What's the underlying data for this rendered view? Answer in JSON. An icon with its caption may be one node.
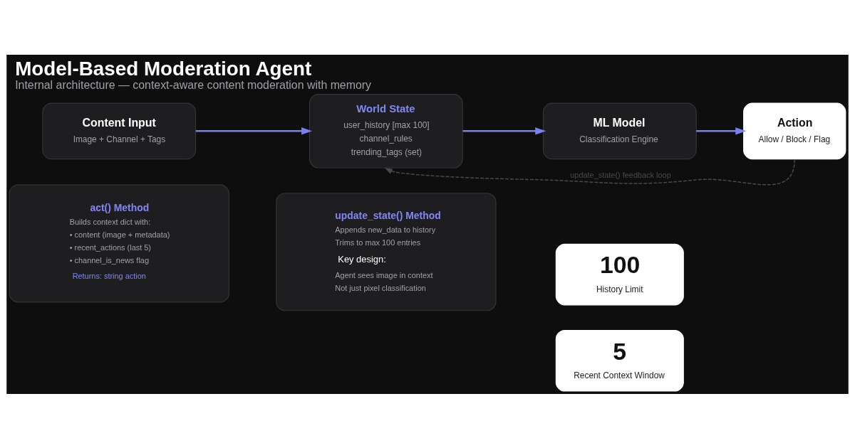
{
  "diagram": {
    "title": "Model-Based Moderation Agent",
    "caption": "Internal architecture — context-aware content moderation with memory",
    "nodes": [
      {
        "text": [
          "Content Input",
          "Image + Channel + Tags"
        ]
      },
      {
        "text": [
          "World State",
          "user_history [max 100]",
          "channel_rules",
          "trending_tags (set)"
        ]
      },
      {
        "text": [
          "ML Model",
          "Classification Engine"
        ]
      },
      {
        "text": [
          "Action",
          "Allow / Block / Flag"
        ]
      },
      {
        "text": [
          "act() Method",
          "Builds context dict with:",
          "• content (image + metadata)",
          "• recent_actions (last 5)",
          "• channel_is_news flag",
          "Returns: string action"
        ]
      },
      {
        "text": [
          "update_state() Method",
          "Appends new_data to history",
          "Trims to max 100 entries",
          "Key design:",
          "Agent sees image in context",
          "Not just pixel classification"
        ]
      },
      {
        "text": [
          "100",
          "History Limit"
        ]
      },
      {
        "text": [
          "5",
          "Recent Context Window"
        ]
      }
    ],
    "edges": [
      {
        "from": 0,
        "to": 1,
        "arrow": "to"
      },
      {
        "from": 1,
        "to": 2,
        "arrow": "to"
      },
      {
        "from": 2,
        "to": 3,
        "arrow": "to"
      },
      {
        "from": 3,
        "to": 1,
        "arrow": "to",
        "label": "update_state() feedback loop",
        "style": "dashed",
        "color": "#4a4a4e"
      }
    ]
  }
}
